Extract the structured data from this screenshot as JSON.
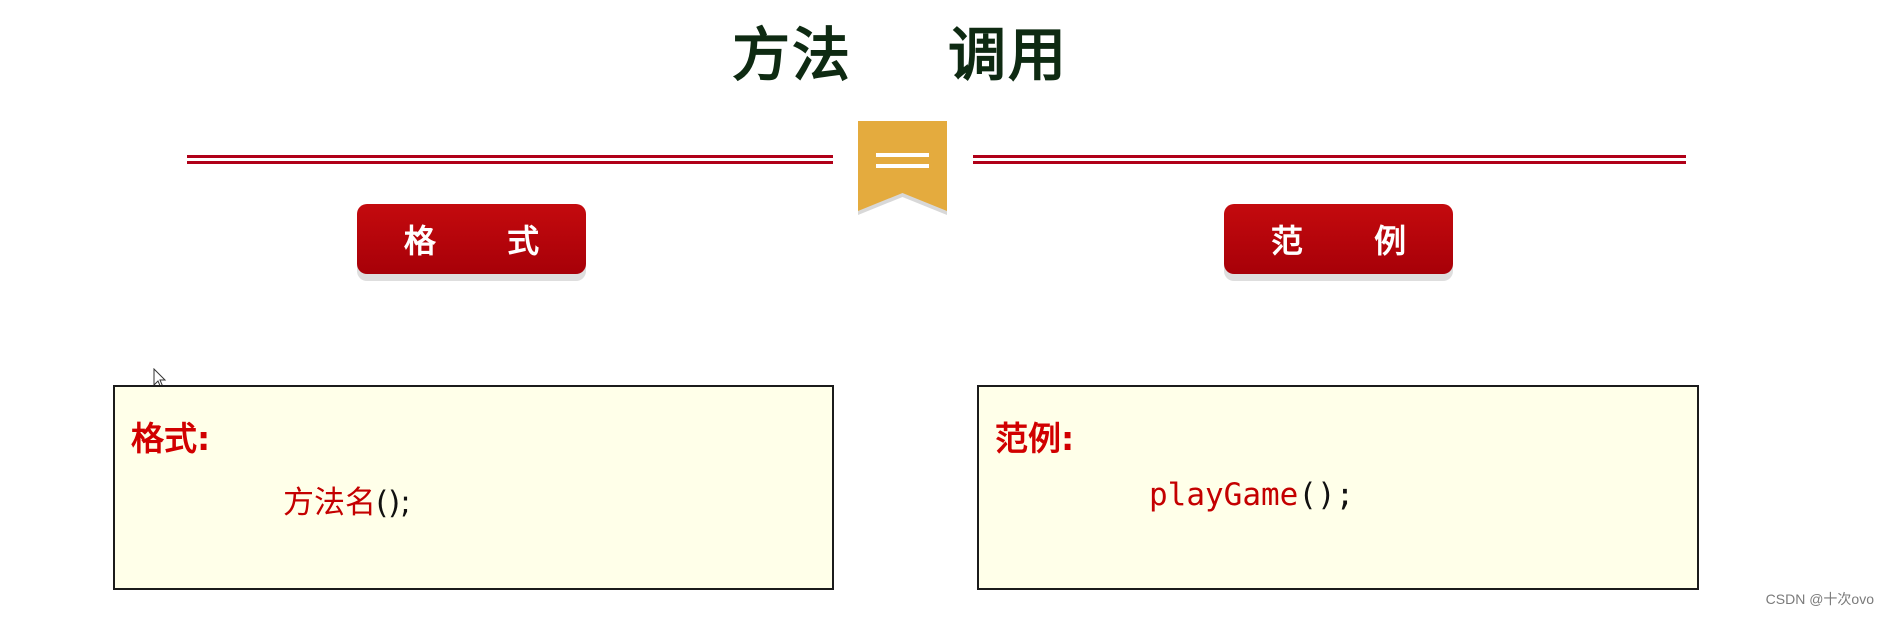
{
  "title": {
    "part1": "方法",
    "part2": "调用"
  },
  "colors": {
    "accent_red": "#b00018",
    "ribbon_gold": "#e4ab3e",
    "title_green": "#0e2a12",
    "box_bg": "#ffffe9"
  },
  "left": {
    "pill": "格 式",
    "box_label": "格式:",
    "code_name": "方法名",
    "code_rest": "();"
  },
  "right": {
    "pill": "范 例",
    "box_label": "范例:",
    "code_name": "playGame",
    "code_rest": "();"
  },
  "icons": {
    "ribbon": "bookmark-equals-icon",
    "cursor": "mouse-pointer-icon"
  },
  "watermark": "CSDN @十次ovo"
}
